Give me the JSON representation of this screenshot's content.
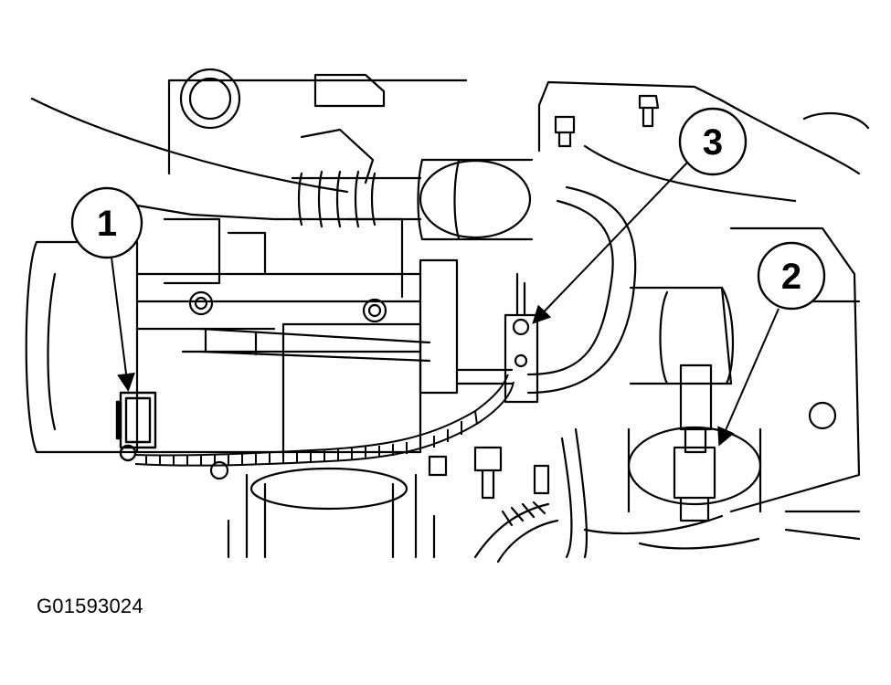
{
  "figure": {
    "id_label": "G01593024"
  },
  "callouts": [
    {
      "number": "1"
    },
    {
      "number": "2"
    },
    {
      "number": "3"
    }
  ],
  "colors": {
    "line": "#000000",
    "background": "#ffffff"
  }
}
